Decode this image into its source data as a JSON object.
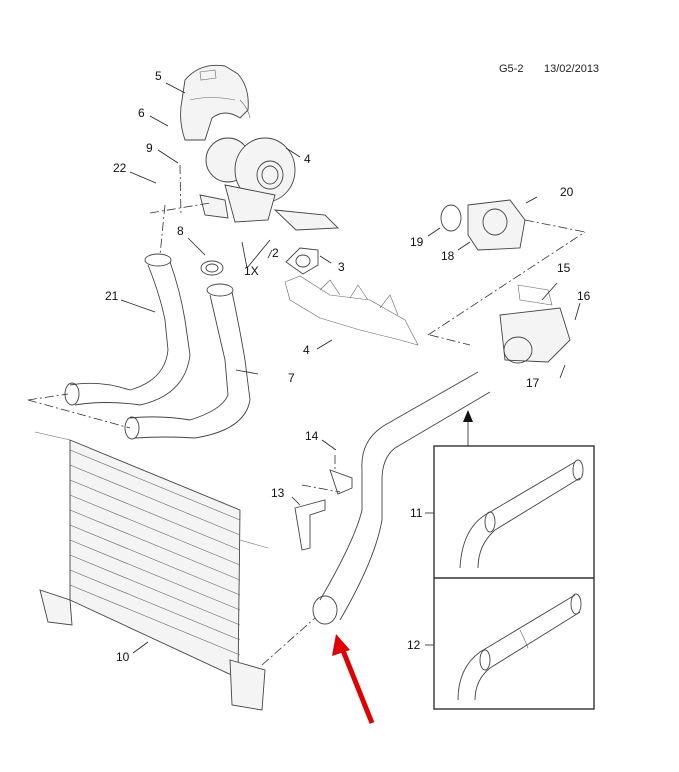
{
  "header": {
    "page_code": "G5-2",
    "date": "13/02/2013"
  },
  "callouts": [
    {
      "id": "5",
      "part": "heat-shield"
    },
    {
      "id": "6",
      "part": "bolt"
    },
    {
      "id": "9",
      "part": "bolt"
    },
    {
      "id": "22",
      "part": "nut"
    },
    {
      "id": "4",
      "part": "nut-upper"
    },
    {
      "id": "8",
      "part": "gasket"
    },
    {
      "id": "2",
      "part": "bolt"
    },
    {
      "id": "1X",
      "part": "turbocharger"
    },
    {
      "id": "3",
      "part": "gasket-manifold"
    },
    {
      "id": "21",
      "part": "hose-left"
    },
    {
      "id": "7",
      "part": "hose-right"
    },
    {
      "id": "4",
      "part": "nut-lower"
    },
    {
      "id": "20",
      "part": "bolt"
    },
    {
      "id": "19",
      "part": "seal-ring"
    },
    {
      "id": "18",
      "part": "throttle-body"
    },
    {
      "id": "15",
      "part": "bracket"
    },
    {
      "id": "16",
      "part": "bolt"
    },
    {
      "id": "17",
      "part": "nut"
    },
    {
      "id": "14",
      "part": "bolt"
    },
    {
      "id": "13",
      "part": "bracket"
    },
    {
      "id": "10",
      "part": "intercooler"
    },
    {
      "id": "11",
      "part": "pipe-variant-a"
    },
    {
      "id": "12",
      "part": "pipe-variant-b"
    }
  ],
  "highlight": {
    "arrow_color": "#e00000",
    "target": "intercooler outlet pipe clamp"
  }
}
